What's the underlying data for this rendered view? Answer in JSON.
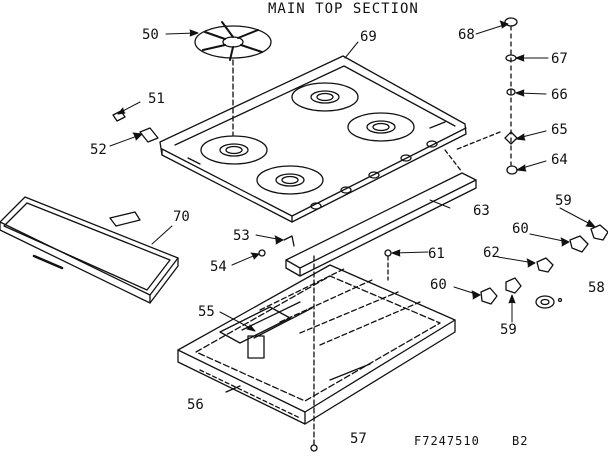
{
  "title": "MAIN TOP SECTION",
  "drawing_code": "F7247510",
  "drawing_rev": "B2",
  "callouts": {
    "c50": "50",
    "c51": "51",
    "c52": "52",
    "c53": "53",
    "c54": "54",
    "c55": "55",
    "c56": "56",
    "c57": "57",
    "c58": "58",
    "c59a": "59",
    "c59b": "59",
    "c60a": "60",
    "c60b": "60",
    "c61": "61",
    "c62": "62",
    "c63": "63",
    "c64": "64",
    "c65": "65",
    "c66": "66",
    "c67": "67",
    "c68": "68",
    "c69": "69",
    "c70": "70"
  },
  "colors": {
    "ink": "#111111",
    "paper": "#ffffff"
  }
}
